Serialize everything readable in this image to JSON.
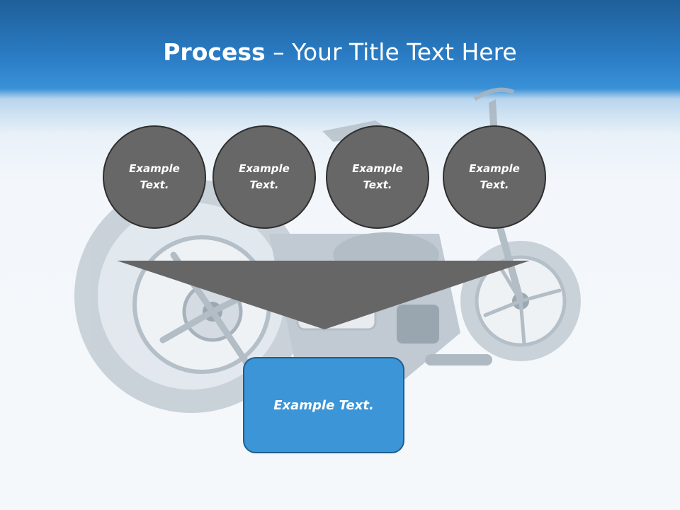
{
  "slide": {
    "title_bold": "Process",
    "title_rest": " – Your Title Text Here"
  },
  "process": {
    "steps": [
      {
        "line1": "Example",
        "line2": "Text."
      },
      {
        "line1": "Example",
        "line2": "Text."
      },
      {
        "line1": "Example",
        "line2": "Text."
      },
      {
        "line1": "Example",
        "line2": "Text."
      }
    ],
    "result": "Example Text."
  },
  "colors": {
    "header_blue": "#2a7cc4",
    "circle_fill": "#676767",
    "funnel_fill": "#666666",
    "result_fill": "#3b95d7"
  }
}
